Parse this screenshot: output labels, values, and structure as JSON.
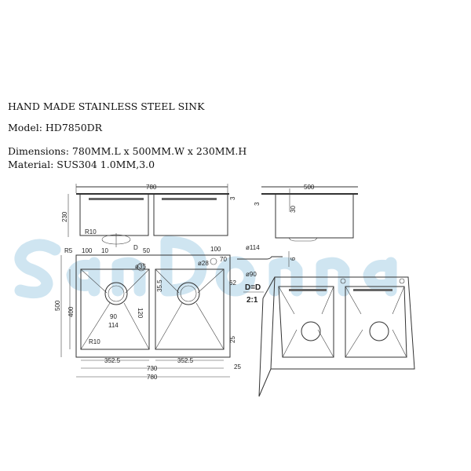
{
  "watermark": {
    "text": "SanDonna",
    "color": "#cfe5f1"
  },
  "header": {
    "title": "HAND MADE STAINLESS STEEL SINK",
    "model": "Model: HD7850DR",
    "dimensions": "Dimensions: 780MM.L x 500MM.W x 230MM.H",
    "material": "Material: SUS304 1.0MM,3.0"
  },
  "front_view": {
    "length": "780",
    "height": "230",
    "radius": "R10",
    "section": "D",
    "thickness": "3"
  },
  "side_view": {
    "width": "500",
    "flange": "3",
    "depth": "30"
  },
  "top_view": {
    "r5": "R5",
    "tap_offset_left": "100",
    "small_10": "10",
    "center_50": "50",
    "tap_offset_right": "100",
    "tap_70": "70",
    "hole_35": "ø35",
    "hole_28": "ø28",
    "width_500": "500",
    "inner_400": "400",
    "drain_120": "120",
    "drain_90": "90",
    "drain_114": "114",
    "radius": "R10",
    "v_35_5": "35.5",
    "side_62": "62",
    "margin_25a": "25",
    "margin_25b": "25",
    "bowl_left": "352.5",
    "bowl_right": "352.5",
    "inner_730": "730",
    "total_780": "780"
  },
  "drain_detail": {
    "outer": "ø114",
    "thick": "6",
    "inner": "ø90",
    "section": "D=D",
    "scale": "2:1"
  }
}
